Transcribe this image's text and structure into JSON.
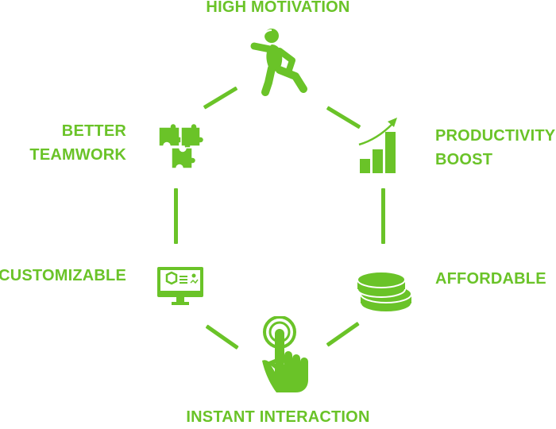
{
  "colors": {
    "accent": "#6ac328",
    "background": "#ffffff"
  },
  "nodes": [
    {
      "id": "high-motivation",
      "lines": [
        "HIGH MOTIVATION"
      ],
      "icon": "jumping-person-icon"
    },
    {
      "id": "productivity-boost",
      "lines": [
        "PRODUCTIVITY",
        "BOOST"
      ],
      "icon": "growth-chart-icon"
    },
    {
      "id": "affordable",
      "lines": [
        "AFFORDABLE"
      ],
      "icon": "coin-stack-icon"
    },
    {
      "id": "instant-interaction",
      "lines": [
        "INSTANT INTERACTION"
      ],
      "icon": "tap-finger-icon"
    },
    {
      "id": "customizable",
      "lines": [
        "CUSTOMIZABLE"
      ],
      "icon": "monitor-icon"
    },
    {
      "id": "better-teamwork",
      "lines": [
        "BETTER",
        "TEAMWORK"
      ],
      "icon": "puzzle-icon"
    }
  ]
}
